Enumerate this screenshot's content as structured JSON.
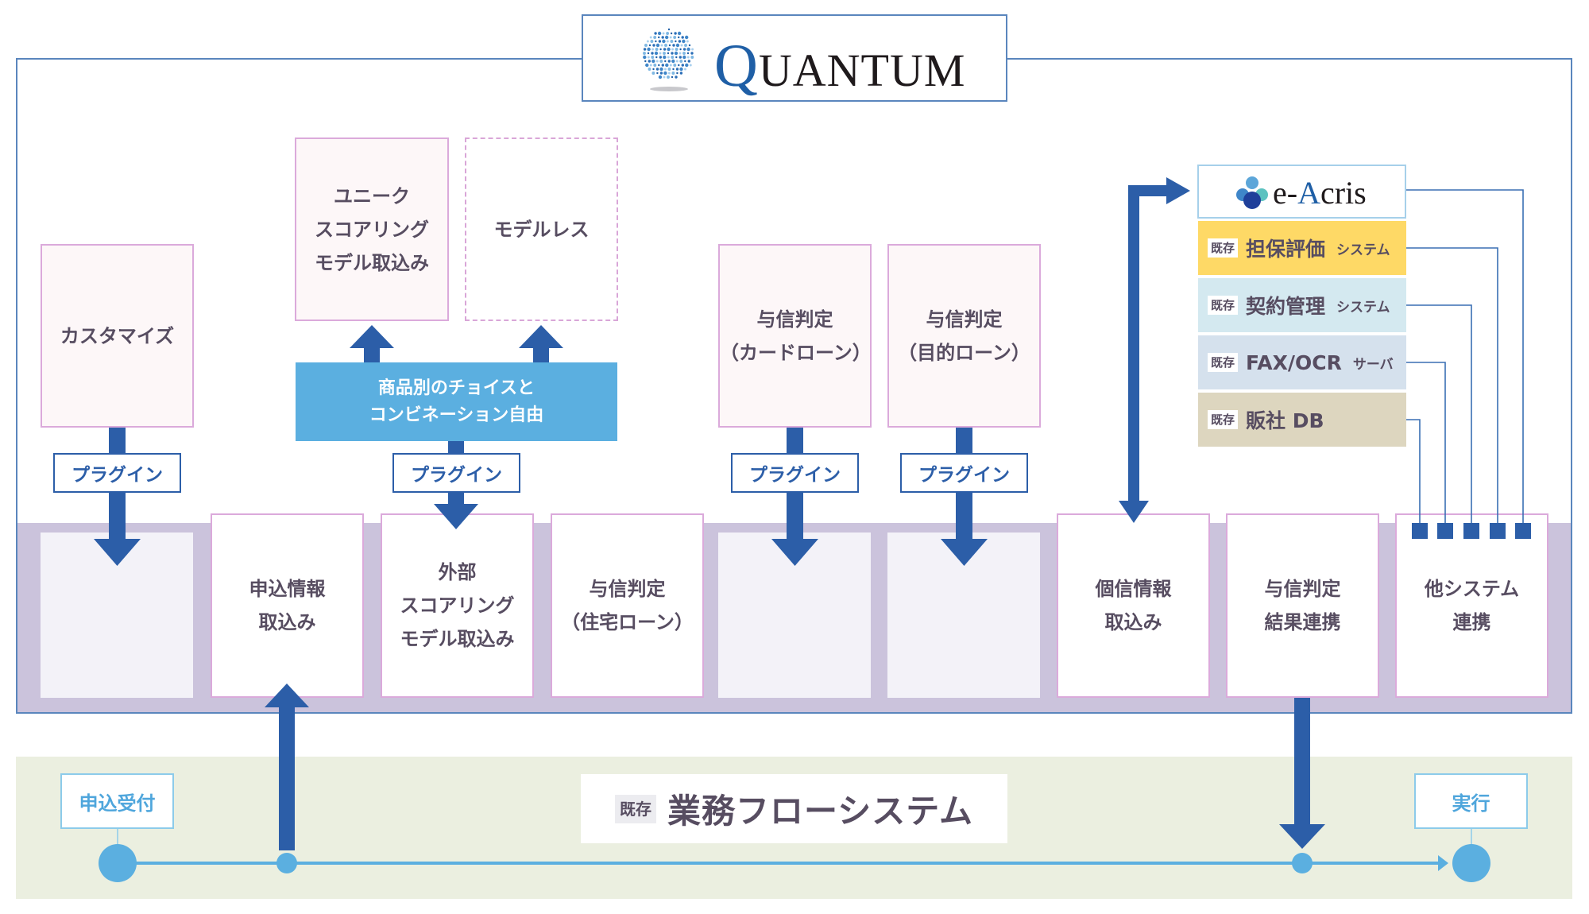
{
  "colors": {
    "frame": "#5a86bd",
    "arrow": "#2c5ea8",
    "band": "#cbc3dc",
    "combo": "#5bafe0",
    "flow_band": "#ebefe0",
    "flow_accent": "#5bafe0",
    "text": "#574d61"
  },
  "header": {
    "logo_icon": "quantum-sphere-icon",
    "logo_initial": "Q",
    "logo_rest": "UANTUM"
  },
  "plugins": {
    "customize": "カスタマイズ",
    "unique_scoring": "ユニーク\nスコアリング\nモデル取込み",
    "modelless": "モデルレス",
    "combo": "商品別のチョイスと\nコンビネーション自由",
    "card_loan": "与信判定\n（カードローン）",
    "purpose_loan": "与信判定\n（目的ローン）",
    "plugin_label": "プラグイン"
  },
  "modules": {
    "application_import": "申込情報\n取込み",
    "external_scoring": "外部\nスコアリング\nモデル取込み",
    "housing_loan": "与信判定\n（住宅ローン）",
    "credit_info_import": "個信情報\n取込み",
    "result_link": "与信判定\n結果連携",
    "other_system_link": "他システム\n連携"
  },
  "eacris": {
    "logo_icon": "e-acris-molecule-icon",
    "name_prefix": "e-",
    "name_a": "A",
    "name_rest": "cris",
    "badge": "既存",
    "systems": [
      {
        "name": "担保評価",
        "suffix": "システム",
        "color": "#fed966"
      },
      {
        "name": "契約管理",
        "suffix": "システム",
        "color": "#d4e9f0"
      },
      {
        "name": "FAX/OCR",
        "suffix": "サーバ",
        "color": "#d5e1ed"
      },
      {
        "name": "販社 DB",
        "suffix": "",
        "color": "#ddd6bf"
      }
    ]
  },
  "flow": {
    "start_label": "申込受付",
    "end_label": "実行",
    "badge": "既存",
    "title": "業務フローシステム"
  }
}
